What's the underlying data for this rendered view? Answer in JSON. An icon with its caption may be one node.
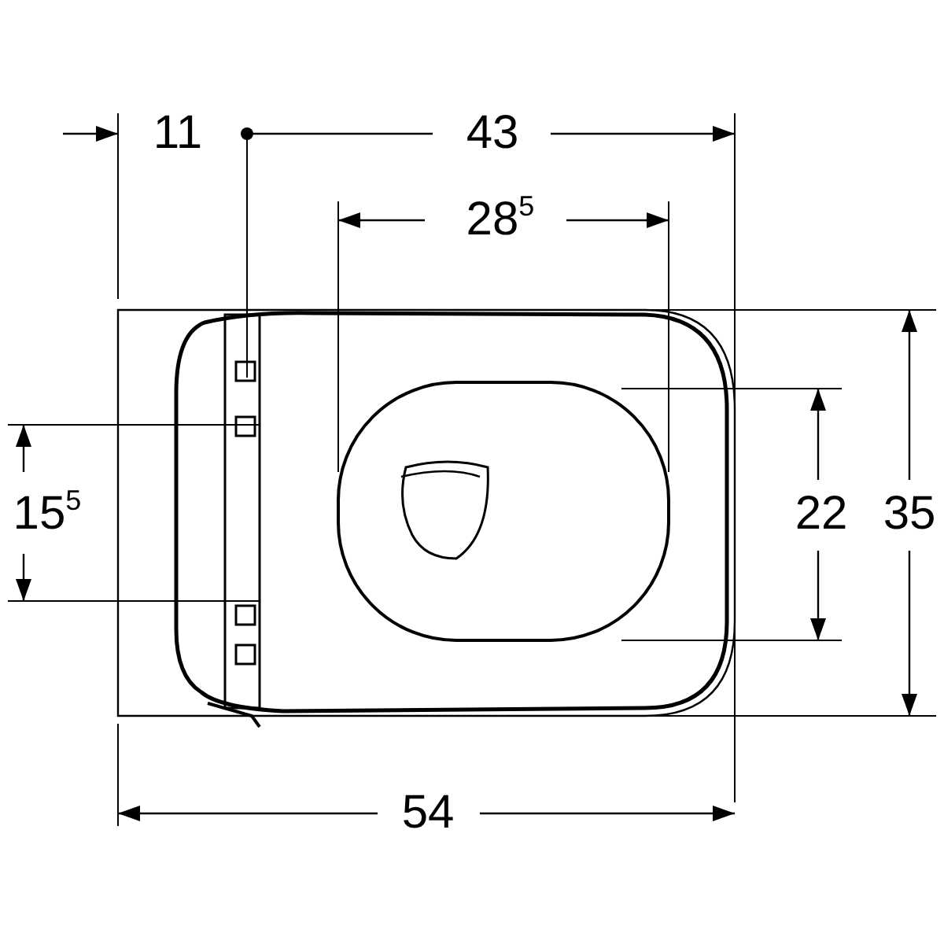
{
  "diagram": {
    "labels": [
      "11",
      "43",
      "28$^{5}$",
      "15$^{5}$",
      "22",
      "35",
      "54"
    ]
  }
}
